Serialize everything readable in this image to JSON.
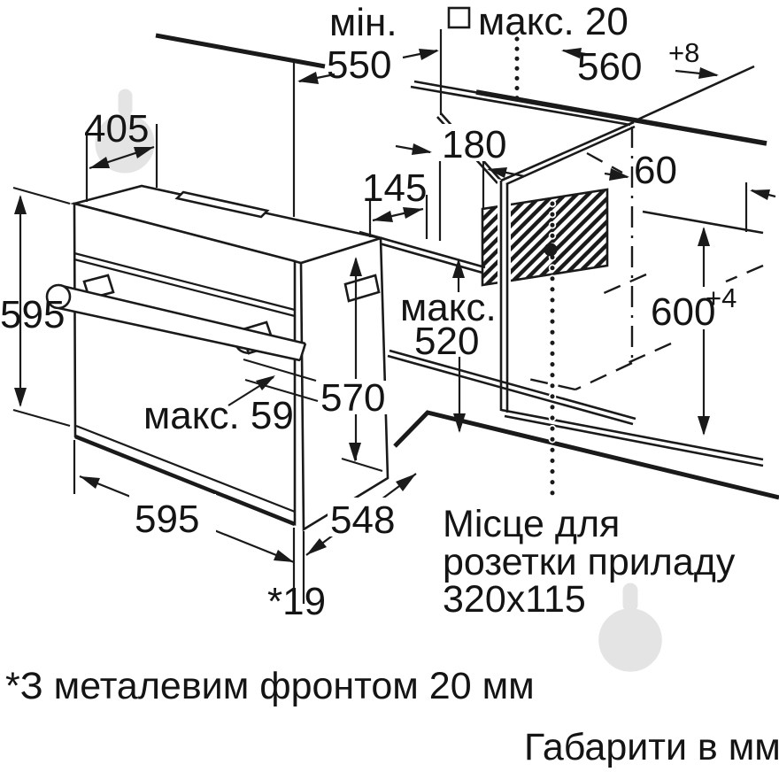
{
  "diagram": {
    "colors": {
      "line": "#1a1a1a",
      "watermark": "#e4e4e4",
      "background": "#ffffff"
    },
    "top": {
      "min_label": "мін.",
      "min_value": "550",
      "max_overhang_label": "макс. 20",
      "niche_width_value": "560",
      "niche_width_tolerance": "+8"
    },
    "dims": {
      "oven_top_depth": "405",
      "socket_offset_depth": "180",
      "socket_offset_side": "60",
      "rear_clearance": "145",
      "oven_height": "595",
      "niche_max_label": "макс.",
      "niche_inner_height": "520",
      "oven_body_height": "570",
      "niche_height_value": "600",
      "niche_height_tolerance": "+4",
      "door_protrusion": "макс. 59",
      "oven_width": "595",
      "oven_body_depth": "548",
      "front_thickness": "*19"
    },
    "socket_note": {
      "line1": "Місце для",
      "line2": "розетки приладу",
      "line3": "320x115"
    },
    "footnote": "*З металевим фронтом 20 мм",
    "units_note": "Габарити в мм"
  }
}
